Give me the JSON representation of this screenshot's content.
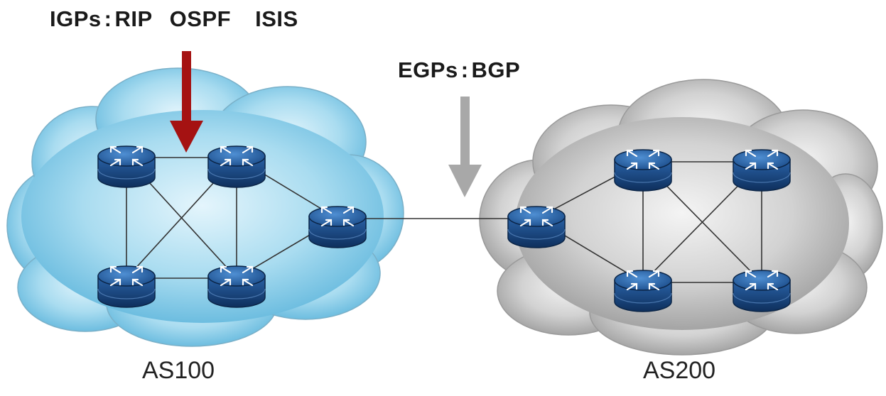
{
  "labels": {
    "igp_prefix": "IGPs",
    "igp_sep": ":",
    "igp_protocols": [
      "RIP",
      "OSPF",
      "ISIS"
    ],
    "egp_prefix": "EGPs",
    "egp_sep": ":",
    "egp_protocol": "BGP"
  },
  "domains": {
    "left": {
      "name": "AS100",
      "fill": "#8fd0ea"
    },
    "right": {
      "name": "AS200",
      "fill": "#c9c9c9"
    }
  },
  "colors": {
    "igp_arrow": "#a51212",
    "egp_arrow": "#a8a8a8",
    "router_body": "#1f4e88",
    "link": "#333333"
  },
  "icons": {
    "router": "router-icon"
  }
}
